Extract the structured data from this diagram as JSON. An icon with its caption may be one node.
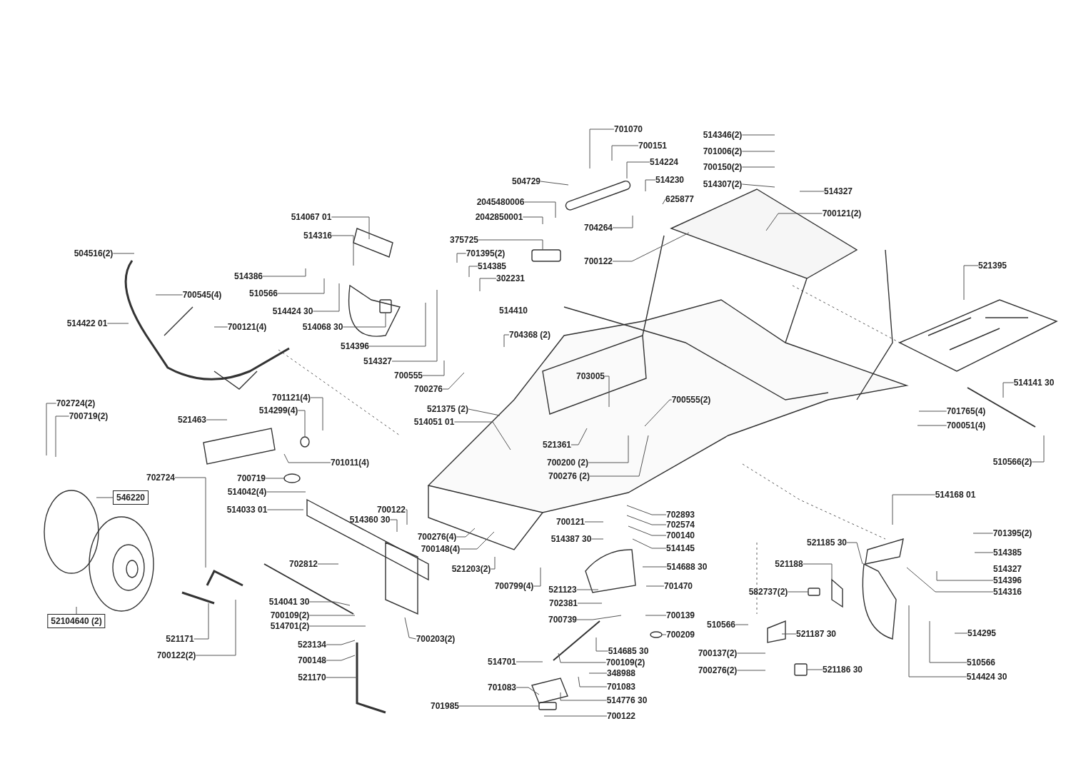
{
  "diagram": {
    "nodes": [
      {
        "text": [
          "701070"
        ]
      },
      {
        "text": [
          "700151"
        ]
      },
      {
        "text": [
          "514224"
        ]
      },
      {
        "text": [
          "514230"
        ]
      },
      {
        "text": [
          "625877"
        ]
      },
      {
        "text": [
          "504729"
        ]
      },
      {
        "text": [
          "2045480006"
        ]
      },
      {
        "text": [
          "2042850001"
        ]
      },
      {
        "text": [
          "375725"
        ]
      },
      {
        "text": [
          "704264"
        ]
      },
      {
        "text": [
          "700122"
        ]
      },
      {
        "text": [
          "514346(2)"
        ]
      },
      {
        "text": [
          "701006(2)"
        ]
      },
      {
        "text": [
          "700150(2)"
        ]
      },
      {
        "text": [
          "514307(2)"
        ]
      },
      {
        "text": [
          "514327"
        ]
      },
      {
        "text": [
          "700121(2)"
        ]
      },
      {
        "text": [
          "521395"
        ]
      },
      {
        "text": [
          "514141 30"
        ]
      },
      {
        "text": [
          "701765(4)"
        ]
      },
      {
        "text": [
          "700051(4)"
        ]
      },
      {
        "text": [
          "510566(2)"
        ]
      },
      {
        "text": [
          "514067 01"
        ]
      },
      {
        "text": [
          "514316"
        ]
      },
      {
        "text": [
          "504516(2)"
        ]
      },
      {
        "text": [
          "514386"
        ]
      },
      {
        "text": [
          "510566"
        ]
      },
      {
        "text": [
          "700545(4)"
        ]
      },
      {
        "text": [
          "514424 30"
        ]
      },
      {
        "text": [
          "700121(4)"
        ]
      },
      {
        "text": [
          "514422 01"
        ]
      },
      {
        "text": [
          "514068 30"
        ]
      },
      {
        "text": [
          "514396"
        ]
      },
      {
        "text": [
          "514327"
        ]
      },
      {
        "text": [
          "700555"
        ]
      },
      {
        "text": [
          "700276"
        ]
      },
      {
        "text": [
          "701395(2)"
        ]
      },
      {
        "text": [
          "514385"
        ]
      },
      {
        "text": [
          "302231"
        ]
      },
      {
        "text": [
          "704368 (2)"
        ]
      },
      {
        "text": [
          "703005"
        ]
      },
      {
        "text": [
          "700555(2)"
        ]
      },
      {
        "text": [
          "521375 (2)"
        ]
      },
      {
        "text": [
          "514051 01"
        ]
      },
      {
        "text": [
          "521361"
        ]
      },
      {
        "text": [
          "700200 (2)"
        ]
      },
      {
        "text": [
          "700276 (2)"
        ]
      },
      {
        "text": [
          "702724(2)"
        ]
      },
      {
        "text": [
          "700719(2)"
        ]
      },
      {
        "text": [
          "521463"
        ]
      },
      {
        "text": [
          "701121(4)"
        ]
      },
      {
        "text": [
          "514299(4)"
        ]
      },
      {
        "text": [
          "701011(4)"
        ]
      },
      {
        "text": [
          "700719"
        ]
      },
      {
        "text": [
          "546220"
        ]
      },
      {
        "text": [
          "702724"
        ]
      },
      {
        "text": [
          "514042(4)"
        ]
      },
      {
        "text": [
          "514033 01"
        ]
      },
      {
        "text": [
          "700122"
        ]
      },
      {
        "text": [
          "514360 30"
        ]
      },
      {
        "text": [
          "700276(4)"
        ]
      },
      {
        "text": [
          "700148(4)"
        ]
      },
      {
        "text": [
          "521203(2)"
        ]
      },
      {
        "text": [
          "702812"
        ]
      },
      {
        "text": [
          "700799(4)"
        ]
      },
      {
        "text": [
          "52104640 (2)"
        ]
      },
      {
        "text": [
          "521171"
        ]
      },
      {
        "text": [
          "700122(2)"
        ]
      },
      {
        "text": [
          "514041 30"
        ]
      },
      {
        "text": [
          "700109(2)"
        ]
      },
      {
        "text": [
          "514701(2)"
        ]
      },
      {
        "text": [
          "523134"
        ]
      },
      {
        "text": [
          "700148"
        ]
      },
      {
        "text": [
          "521170"
        ]
      },
      {
        "text": [
          "700203(2)"
        ]
      },
      {
        "text": [
          "700121"
        ]
      },
      {
        "text": [
          "514387 30"
        ]
      },
      {
        "text": [
          "702893"
        ]
      },
      {
        "text": [
          "702574"
        ]
      },
      {
        "text": [
          "700140"
        ]
      },
      {
        "text": [
          "514145"
        ]
      },
      {
        "text": [
          "514688 30"
        ]
      },
      {
        "text": [
          "701470"
        ]
      },
      {
        "text": [
          "521123"
        ]
      },
      {
        "text": [
          "702381"
        ]
      },
      {
        "text": [
          "700739"
        ]
      },
      {
        "text": [
          "700139"
        ]
      },
      {
        "text": [
          "700209"
        ]
      },
      {
        "text": [
          "514685 30"
        ]
      },
      {
        "text": [
          "514701"
        ]
      },
      {
        "text": [
          "700109(2)"
        ]
      },
      {
        "text": [
          "348988"
        ]
      },
      {
        "text": [
          "701083"
        ]
      },
      {
        "text": [
          "701083"
        ]
      },
      {
        "text": [
          "514776 30"
        ]
      },
      {
        "text": [
          "701985"
        ]
      },
      {
        "text": [
          "700122"
        ]
      },
      {
        "text": [
          "514168 01"
        ]
      },
      {
        "text": [
          "521185 30"
        ]
      },
      {
        "text": [
          "521188"
        ]
      },
      {
        "text": [
          "582737(2)"
        ]
      },
      {
        "text": [
          "510566"
        ]
      },
      {
        "text": [
          "521187 30"
        ]
      },
      {
        "text": [
          "700137(2)"
        ]
      },
      {
        "text": [
          "700276(2)"
        ]
      },
      {
        "text": [
          "521186 30"
        ]
      },
      {
        "text": [
          "701395(2)"
        ]
      },
      {
        "text": [
          "514385"
        ]
      },
      {
        "text": [
          "514396"
        ]
      },
      {
        "text": [
          "514316"
        ]
      },
      {
        "text": [
          "514295"
        ]
      },
      {
        "text": [
          "510566"
        ]
      },
      {
        "text": [
          "514424 30"
        ]
      }
    ],
    "edges": [
      {
        "from": 0,
        "to": null,
        "arrow": "none"
      },
      {
        "from": 1,
        "to": null,
        "arrow": "none"
      },
      {
        "from": 2,
        "to": null,
        "arrow": "none"
      },
      {
        "from": 3,
        "to": null,
        "arrow": "none"
      },
      {
        "from": 4,
        "to": null,
        "arrow": "none"
      },
      {
        "from": 5,
        "to": null,
        "arrow": "none"
      },
      {
        "from": 6,
        "to": null,
        "arrow": "none"
      },
      {
        "from": 7,
        "to": null,
        "arrow": "none"
      },
      {
        "from": 8,
        "to": null,
        "arrow": "none"
      },
      {
        "from": 9,
        "to": null,
        "arrow": "none"
      },
      {
        "from": 10,
        "to": null,
        "arrow": "none"
      },
      {
        "from": 11,
        "to": null,
        "arrow": "none"
      },
      {
        "from": 12,
        "to": null,
        "arrow": "none"
      },
      {
        "from": 13,
        "to": null,
        "arrow": "none"
      },
      {
        "from": 14,
        "to": null,
        "arrow": "none"
      },
      {
        "from": 15,
        "to": null,
        "arrow": "none"
      },
      {
        "from": 16,
        "to": null,
        "arrow": "none"
      },
      {
        "from": 17,
        "to": null,
        "arrow": "none"
      },
      {
        "from": 18,
        "to": null,
        "arrow": "none"
      },
      {
        "from": 19,
        "to": null,
        "arrow": "none"
      },
      {
        "from": 20,
        "to": null,
        "arrow": "none"
      },
      {
        "from": 21,
        "to": null,
        "arrow": "none"
      },
      {
        "from": 22,
        "to": null,
        "arrow": "none"
      },
      {
        "from": 23,
        "to": null,
        "arrow": "none"
      },
      {
        "from": 24,
        "to": null,
        "arrow": "none"
      },
      {
        "from": 25,
        "to": null,
        "arrow": "none"
      },
      {
        "from": 26,
        "to": null,
        "arrow": "none"
      },
      {
        "from": 27,
        "to": null,
        "arrow": "none"
      },
      {
        "from": 28,
        "to": null,
        "arrow": "none"
      },
      {
        "from": 29,
        "to": null,
        "arrow": "none"
      },
      {
        "from": 30,
        "to": null,
        "arrow": "none"
      },
      {
        "from": 31,
        "to": null,
        "arrow": "none"
      },
      {
        "from": 32,
        "to": null,
        "arrow": "none"
      },
      {
        "from": 33,
        "to": null,
        "arrow": "none"
      },
      {
        "from": 34,
        "to": null,
        "arrow": "none"
      },
      {
        "from": 35,
        "to": null,
        "arrow": "none"
      },
      {
        "from": 36,
        "to": null,
        "arrow": "none"
      },
      {
        "from": 37,
        "to": null,
        "arrow": "none"
      },
      {
        "from": 38,
        "to": null,
        "arrow": "none"
      },
      {
        "from": 39,
        "to": null,
        "arrow": "none"
      },
      {
        "from": 40,
        "to": null,
        "arrow": "none"
      },
      {
        "from": 41,
        "to": null,
        "arrow": "none"
      },
      {
        "from": 42,
        "to": null,
        "arrow": "none"
      },
      {
        "from": 43,
        "to": null,
        "arrow": "none"
      },
      {
        "from": 44,
        "to": null,
        "arrow": "none"
      },
      {
        "from": 45,
        "to": null,
        "arrow": "none"
      },
      {
        "from": 46,
        "to": null,
        "arrow": "none"
      },
      {
        "from": 47,
        "to": null,
        "arrow": "none"
      },
      {
        "from": 48,
        "to": null,
        "arrow": "none"
      },
      {
        "from": 49,
        "to": null,
        "arrow": "none"
      },
      {
        "from": 50,
        "to": null,
        "arrow": "none"
      },
      {
        "from": 51,
        "to": null,
        "arrow": "none"
      },
      {
        "from": 52,
        "to": null,
        "arrow": "none"
      },
      {
        "from": 53,
        "to": null,
        "arrow": "none"
      },
      {
        "from": 54,
        "to": null,
        "arrow": "none"
      },
      {
        "from": 55,
        "to": null,
        "arrow": "none"
      },
      {
        "from": 56,
        "to": null,
        "arrow": "none"
      },
      {
        "from": 57,
        "to": null,
        "arrow": "none"
      },
      {
        "from": 58,
        "to": null,
        "arrow": "none"
      },
      {
        "from": 59,
        "to": null,
        "arrow": "none"
      },
      {
        "from": 60,
        "to": null,
        "arrow": "none"
      },
      {
        "from": 61,
        "to": null,
        "arrow": "none"
      },
      {
        "from": 62,
        "to": null,
        "arrow": "none"
      },
      {
        "from": 63,
        "to": null,
        "arrow": "none"
      },
      {
        "from": 64,
        "to": null,
        "arrow": "none"
      },
      {
        "from": 65,
        "to": null,
        "arrow": "none"
      },
      {
        "from": 66,
        "to": null,
        "arrow": "none"
      },
      {
        "from": 67,
        "to": null,
        "arrow": "none"
      },
      {
        "from": 68,
        "to": null,
        "arrow": "none"
      },
      {
        "from": 69,
        "to": null,
        "arrow": "none"
      },
      {
        "from": 70,
        "to": null,
        "arrow": "none"
      },
      {
        "from": 71,
        "to": null,
        "arrow": "none"
      },
      {
        "from": 72,
        "to": null,
        "arrow": "none"
      },
      {
        "from": 73,
        "to": null,
        "arrow": "none"
      },
      {
        "from": 74,
        "to": null,
        "arrow": "none"
      },
      {
        "from": 75,
        "to": null,
        "arrow": "none"
      },
      {
        "from": 76,
        "to": null,
        "arrow": "none"
      },
      {
        "from": 77,
        "to": null,
        "arrow": "none"
      },
      {
        "from": 78,
        "to": null,
        "arrow": "none"
      },
      {
        "from": 79,
        "to": null,
        "arrow": "none"
      },
      {
        "from": 80,
        "to": null,
        "arrow": "none"
      },
      {
        "from": 81,
        "to": null,
        "arrow": "none"
      },
      {
        "from": 82,
        "to": null,
        "arrow": "none"
      },
      {
        "from": 83,
        "to": null,
        "arrow": "none"
      },
      {
        "from": 84,
        "to": null,
        "arrow": "none"
      },
      {
        "from": 85,
        "to": null,
        "arrow": "none"
      },
      {
        "from": 86,
        "to": null,
        "arrow": "none"
      },
      {
        "from": 87,
        "to": null,
        "arrow": "none"
      },
      {
        "from": 88,
        "to": null,
        "arrow": "none"
      },
      {
        "from": 89,
        "to": null,
        "arrow": "none"
      },
      {
        "from": 90,
        "to": null,
        "arrow": "none"
      },
      {
        "from": 91,
        "to": null,
        "arrow": "none"
      },
      {
        "from": 92,
        "to": null,
        "arrow": "none"
      },
      {
        "from": 93,
        "to": null,
        "arrow": "none"
      },
      {
        "from": 94,
        "to": null,
        "arrow": "none"
      },
      {
        "from": 95,
        "to": null,
        "arrow": "none"
      },
      {
        "from": 96,
        "to": null,
        "arrow": "none"
      },
      {
        "from": 97,
        "to": null,
        "arrow": "none"
      },
      {
        "from": 98,
        "to": null,
        "arrow": "none"
      },
      {
        "from": 99,
        "to": null,
        "arrow": "none"
      },
      {
        "from": 100,
        "to": null,
        "arrow": "none"
      },
      {
        "from": 101,
        "to": null,
        "arrow": "none"
      },
      {
        "from": 102,
        "to": null,
        "arrow": "none"
      },
      {
        "from": 103,
        "to": null,
        "arrow": "none"
      },
      {
        "from": 104,
        "to": null,
        "arrow": "none"
      },
      {
        "from": 105,
        "to": null,
        "arrow": "none"
      },
      {
        "from": 106,
        "to": null,
        "arrow": "none"
      },
      {
        "from": 107,
        "to": null,
        "arrow": "none"
      },
      {
        "from": 108,
        "to": null,
        "arrow": "none"
      },
      {
        "from": 109,
        "to": null,
        "arrow": "none"
      },
      {
        "from": 110,
        "to": null,
        "arrow": "none"
      },
      {
        "from": 111,
        "to": null,
        "arrow": "none"
      },
      {
        "from": 112,
        "to": null,
        "arrow": "none"
      }
    ],
    "labels": [
      "514410",
      "514327"
    ]
  }
}
